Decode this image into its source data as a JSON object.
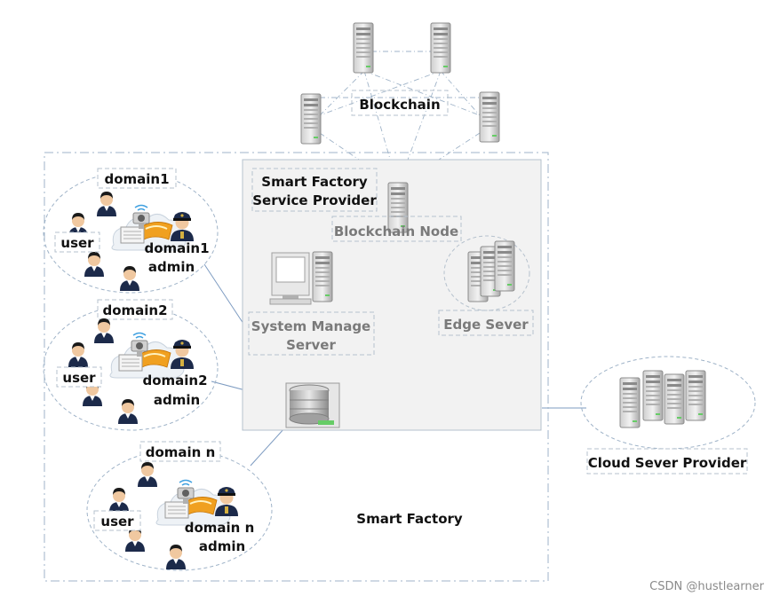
{
  "labels": {
    "blockchain": "Blockchain",
    "service_provider_l1": "Smart Factory",
    "service_provider_l2": "Service Provider",
    "blockchain_node": "Blockchain Node",
    "system_manage_l1": "System Manage",
    "system_manage_l2": "Server",
    "edge_server": "Edge Sever",
    "cloud_provider": "Cloud Sever Provider",
    "smart_factory": "Smart Factory"
  },
  "domains": [
    {
      "name": "domain1",
      "user": "user",
      "admin_l1": "domain1",
      "admin_l2": "admin"
    },
    {
      "name": "domain2",
      "user": "user",
      "admin_l1": "domain2",
      "admin_l2": "admin"
    },
    {
      "name": "domain n",
      "user": "user",
      "admin_l1": "domain n",
      "admin_l2": "admin"
    }
  ],
  "watermark": "CSDN @hustlearner",
  "colors": {
    "dash_border": "#9fb3c8",
    "link_line": "#7d9bc1",
    "server_gray": "#9a9a9a",
    "panel_fill": "#f2f2f2",
    "person_navy": "#1c2a4a"
  }
}
